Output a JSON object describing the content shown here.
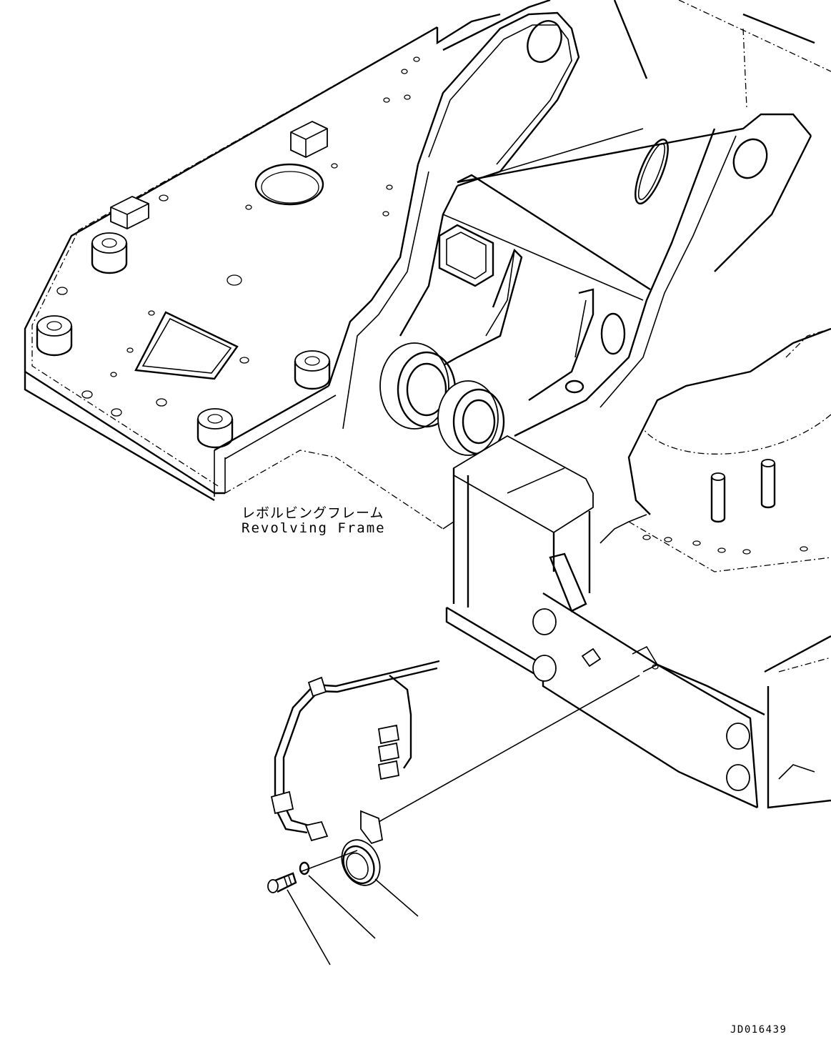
{
  "labels": {
    "revolving_frame_jp": "レボルビングフレーム",
    "revolving_frame_en": "Revolving Frame"
  },
  "drawing": {
    "id": "JD016439"
  }
}
